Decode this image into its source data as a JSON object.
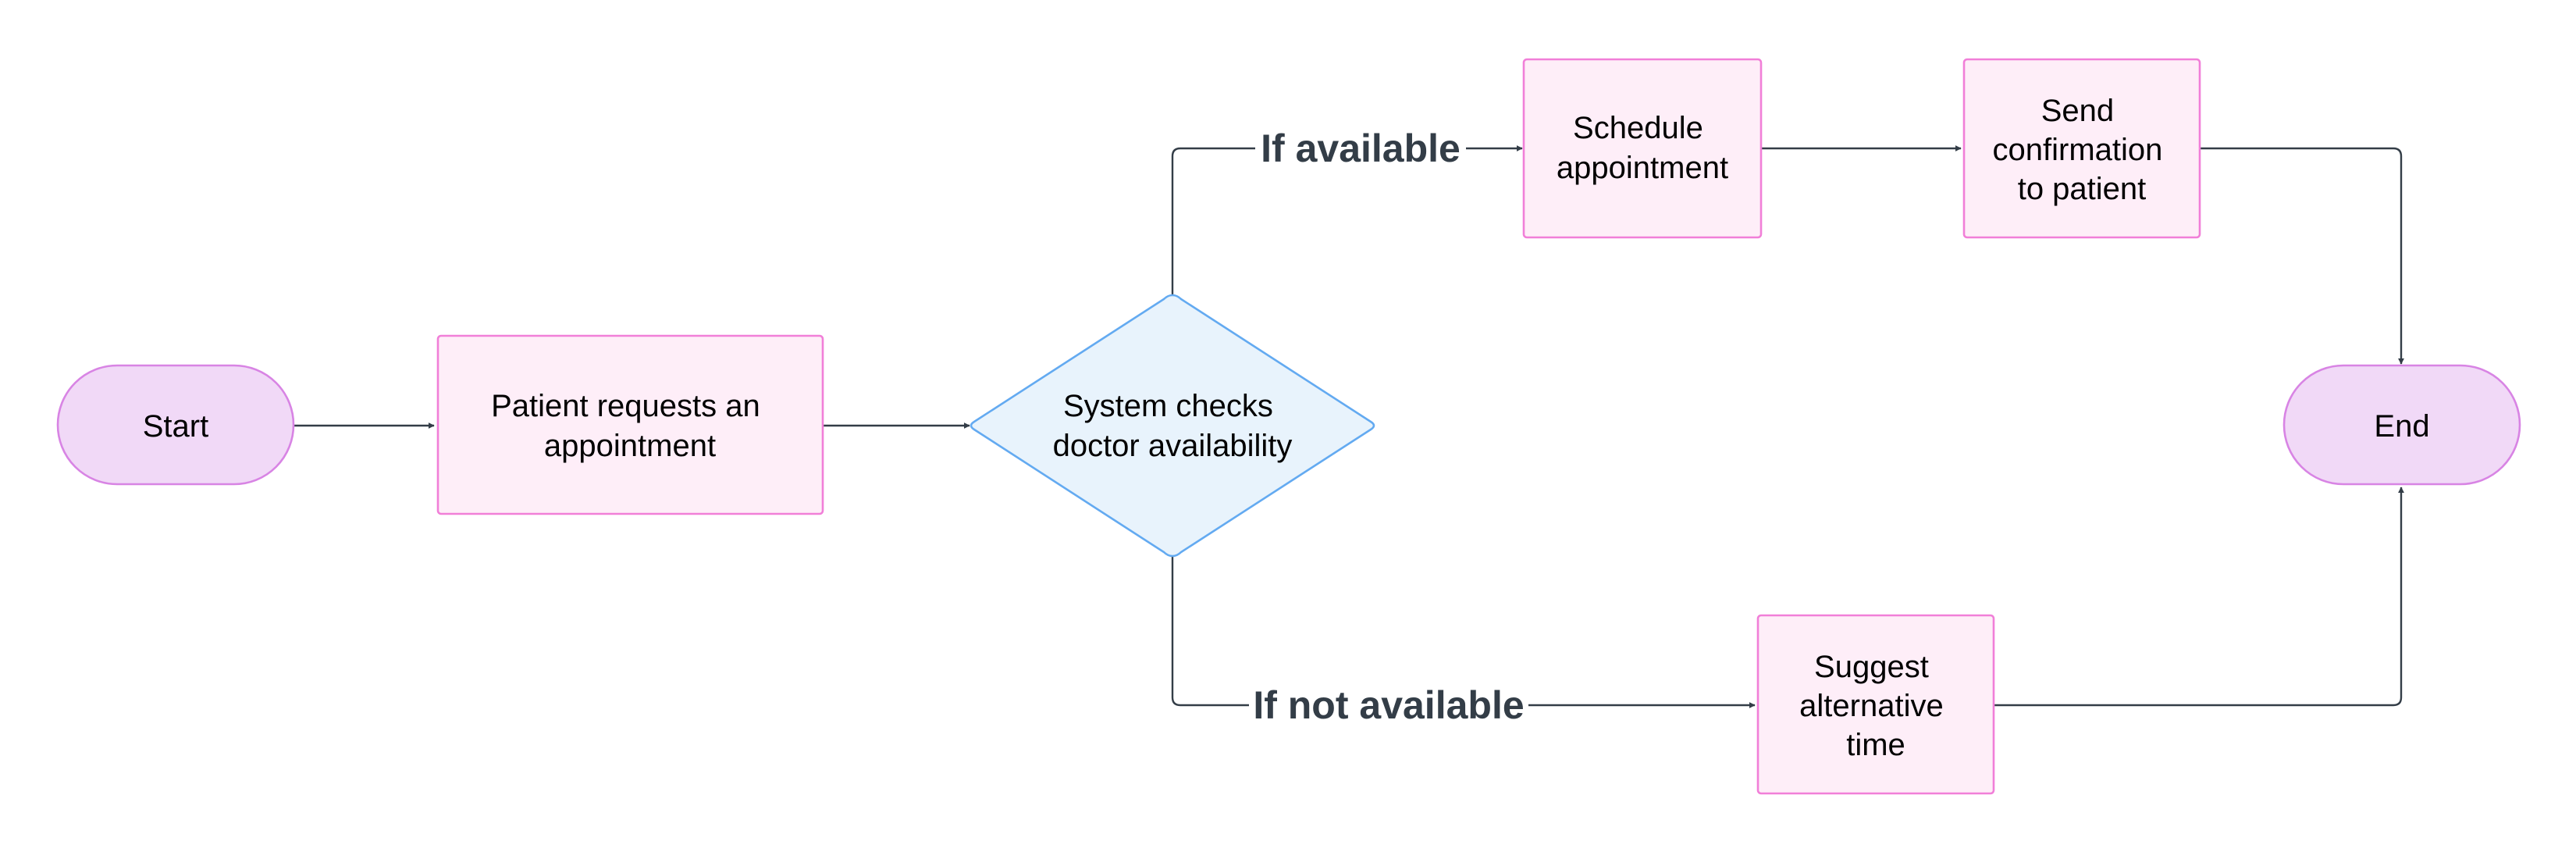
{
  "colors": {
    "terminal_fill": "#f1d9f7",
    "terminal_stroke": "#d884e4",
    "process_fill": "#feeef8",
    "process_stroke": "#f17fd8",
    "decision_fill": "#e8f3fc",
    "decision_stroke": "#63aaf1",
    "edge": "#333d47",
    "label_bg": "#ffffff"
  },
  "nodes": {
    "start": {
      "lines": [
        "Start"
      ]
    },
    "request": {
      "lines": [
        "Patient requests an",
        "appointment"
      ]
    },
    "check": {
      "lines": [
        "System checks",
        "doctor availability"
      ]
    },
    "schedule": {
      "lines": [
        "Schedule",
        "appointment"
      ]
    },
    "confirm": {
      "lines": [
        "Send",
        "confirmation",
        "to patient"
      ]
    },
    "suggest": {
      "lines": [
        "Suggest",
        "alternative",
        "time"
      ]
    },
    "end": {
      "lines": [
        "End"
      ]
    }
  },
  "edges": {
    "available": {
      "label": "If available"
    },
    "not_available": {
      "label": "If not available"
    }
  }
}
